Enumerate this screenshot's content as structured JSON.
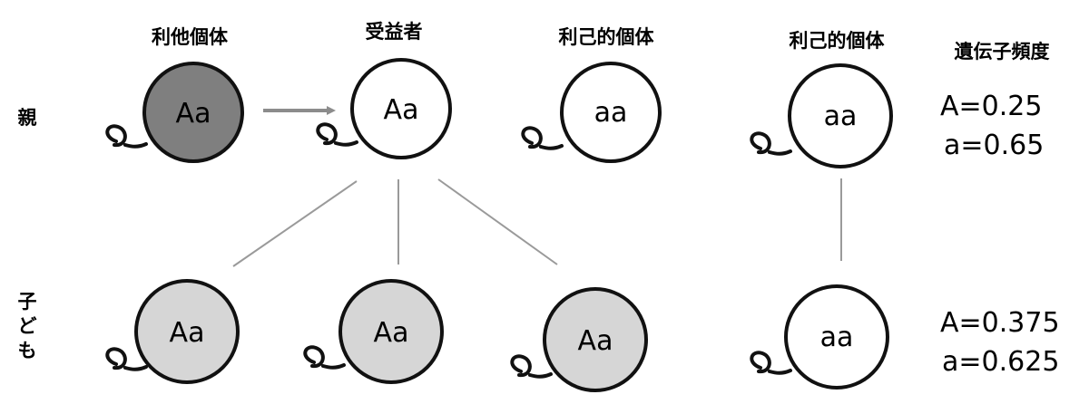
{
  "headers": {
    "altruist": "利他個体",
    "beneficiary": "受益者",
    "selfish_1": "利己的個体",
    "selfish_2": "利己的個体",
    "gene_freq": "遺伝子頻度"
  },
  "rows": {
    "parent": "親",
    "child_1": "子",
    "child_2": "ど",
    "child_3": "も"
  },
  "parents": {
    "altruist": "Aa",
    "beneficiary": "Aa",
    "selfish_1": "aa",
    "selfish_2": "aa"
  },
  "children": {
    "child_1": "Aa",
    "child_2": "Aa",
    "child_3": "Aa",
    "child_4": "aa"
  },
  "freq_parent": {
    "A": "A=0.25",
    "a": "a=0.65"
  },
  "freq_child": {
    "A": "A=0.375",
    "a": "a=0.625"
  },
  "colors": {
    "altruist_fill": "#7f7f7f",
    "child_fill": "#d6d6d6",
    "white_fill": "#ffffff",
    "stroke": "#111111",
    "arrow": "#8c8c8c",
    "line": "#9a9a9a"
  }
}
